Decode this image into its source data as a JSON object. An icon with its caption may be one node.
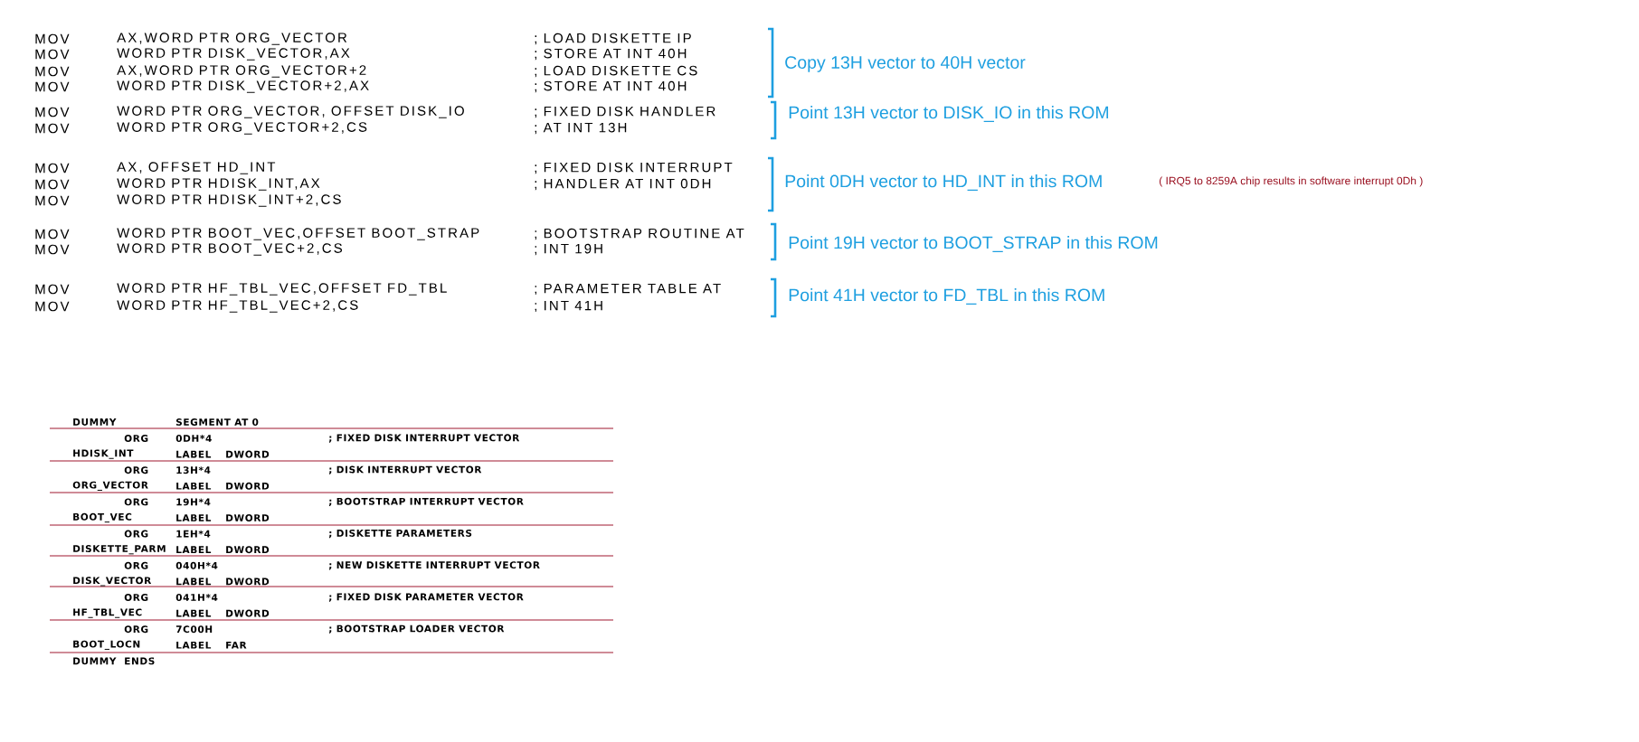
{
  "diagram": {
    "labels": [
      "MOV",
      "AX,WORD PTR ORG_VECTOR",
      "; LOAD DISKETTE IP",
      "MOV",
      "WORD PTR DISK_VECTOR,AX",
      "; STORE AT INT 40H",
      "MOV",
      "AX,WORD PTR ORG_VECTOR+2",
      "; LOAD DISKETTE CS",
      "MOV",
      "WORD PTR DISK_VECTOR+2,AX",
      "; STORE AT INT 40H",
      "MOV",
      "WORD PTR ORG_VECTOR, OFFSET DISK_IO",
      "; FIXED DISK HANDLER",
      "MOV",
      "WORD PTR ORG_VECTOR+2,CS",
      ";  AT INT 13H",
      "MOV",
      "AX, OFFSET HD_INT",
      "; FIXED DISK INTERRUPT",
      "MOV",
      "WORD PTR HDISK_INT,AX",
      ";  HANDLER AT INT 0DH",
      "MOV",
      "WORD PTR HDISK_INT+2,CS",
      "MOV",
      "WORD PTR BOOT_VEC,OFFSET BOOT_STRAP",
      "; BOOTSTRAP ROUTINE AT",
      "MOV",
      "WORD PTR BOOT_VEC+2,CS",
      ";  INT 19H",
      "MOV",
      "WORD PTR HF_TBL_VEC,OFFSET FD_TBL",
      "; PARAMETER TABLE AT",
      "MOV",
      "WORD PTR HF_TBL_VEC+2,CS",
      ";  INT 41H",
      "Copy 13H vector to 40H vector",
      "Point 13H vector to DISK_IO in this ROM",
      "Point 0DH vector to HD_INT in this ROM",
      "( IRQ5 to 8259A chip results in software interrupt 0Dh )",
      "Point 19H vector to BOOT_STRAP in this ROM",
      "Point 41H vector to FD_TBL in this ROM",
      "DUMMY",
      "SEGMENT AT 0",
      "ORG",
      "0DH*4",
      "; FIXED DISK INTERRUPT VECTOR",
      "HDISK_INT",
      "LABEL",
      "DWORD",
      "ORG",
      "13H*4",
      "; DISK INTERRUPT VECTOR",
      "ORG_VECTOR",
      "LABEL",
      "DWORD",
      "ORG",
      "19H*4",
      "; BOOTSTRAP INTERRUPT VECTOR",
      "BOOT_VEC",
      "LABEL",
      "DWORD",
      "ORG",
      "1EH*4",
      "; DISKETTE PARAMETERS",
      "DISKETTE_PARM",
      "LABEL",
      "DWORD",
      "ORG",
      "040H*4",
      "; NEW DISKETTE INTERRUPT VECTOR",
      "DISK_VECTOR",
      "LABEL",
      "DWORD",
      "ORG",
      "041H*4",
      "; FIXED DISK PARAMETER VECTOR",
      "HF_TBL_VEC",
      "LABEL",
      "DWORD",
      "ORG",
      "7C00H",
      "; BOOTSTRAP LOADER VECTOR",
      "BOOT_LOCN",
      "LABEL",
      "FAR",
      "DUMMY",
      "ENDS"
    ]
  }
}
